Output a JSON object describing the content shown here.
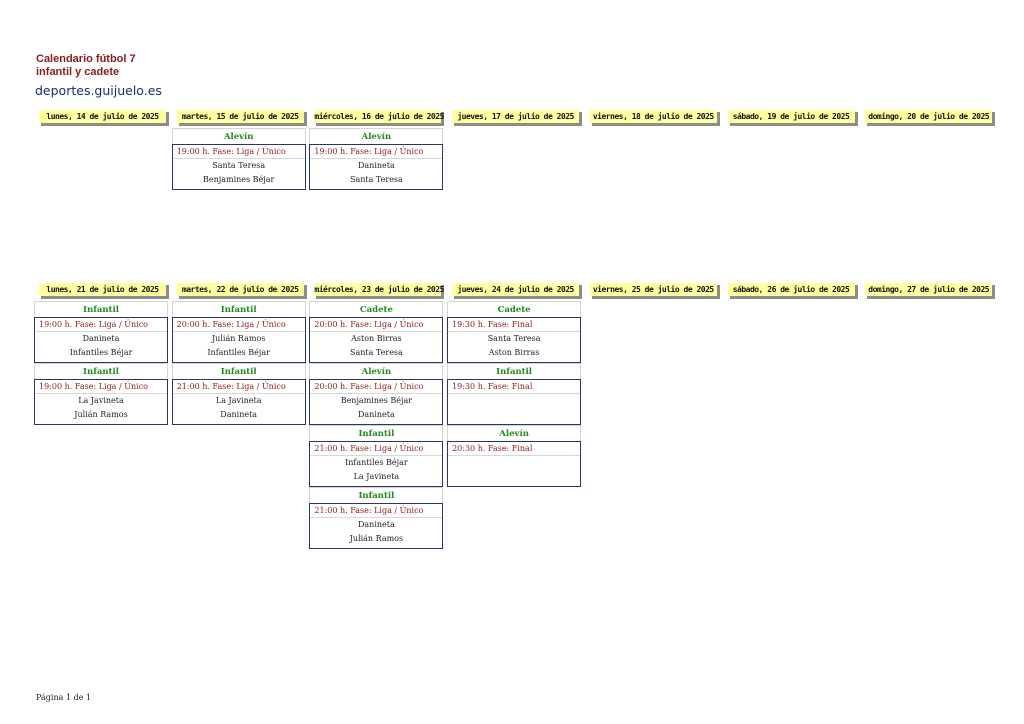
{
  "header": {
    "title": "Calendario fútbol 7\ninfantil y cadete",
    "site": "deportes.guijuelo.es"
  },
  "weeks": [
    {
      "days": [
        "lunes, 14 de julio de 2025",
        "martes, 15 de julio de 2025",
        "miércoles, 16 de julio de 2025",
        "jueves, 17 de julio de 2025",
        "viernes, 18 de julio de 2025",
        "sábado, 19 de julio de 2025",
        "domingo, 20 de julio de 2025"
      ],
      "matches": [
        {
          "day": 1,
          "slot": 0,
          "category": "Alevín",
          "info": "19:00 h.   Fase: Liga / Único",
          "home": "Santa Teresa",
          "away": "Benjamines Béjar"
        },
        {
          "day": 2,
          "slot": 0,
          "category": "Alevín",
          "info": "19:00 h.   Fase: Liga / Único",
          "home": "Danineta",
          "away": "Santa Teresa"
        }
      ]
    },
    {
      "days": [
        "lunes, 21 de julio de 2025",
        "martes, 22 de julio de 2025",
        "miércoles, 23 de julio de 2025",
        "jueves, 24 de julio de 2025",
        "viernes, 25 de julio de 2025",
        "sábado, 26 de julio de 2025",
        "domingo, 27 de julio de 2025"
      ],
      "matches": [
        {
          "day": 0,
          "slot": 0,
          "category": "Infantil",
          "info": "19:00 h.   Fase: Liga / Único",
          "home": "Danineta",
          "away": "Infantiles Béjar"
        },
        {
          "day": 1,
          "slot": 0,
          "category": "Infantil",
          "info": "20:00 h.   Fase: Liga / Único",
          "home": "Julián Ramos",
          "away": "Infantiles Béjar"
        },
        {
          "day": 2,
          "slot": 0,
          "category": "Cadete",
          "info": "20:00 h.   Fase: Liga / Único",
          "home": "Aston Birras",
          "away": "Santa Teresa"
        },
        {
          "day": 3,
          "slot": 0,
          "category": "Cadete",
          "info": "19:30 h.   Fase: Final",
          "home": "Santa Teresa",
          "away": "Aston Birras"
        },
        {
          "day": 0,
          "slot": 1,
          "category": "Infantil",
          "info": "19:00 h.   Fase: Liga / Único",
          "home": "La Javineta",
          "away": "Julián Ramos"
        },
        {
          "day": 1,
          "slot": 1,
          "category": "Infantil",
          "info": "21:00 h.   Fase: Liga / Único",
          "home": "La Javineta",
          "away": "Danineta"
        },
        {
          "day": 2,
          "slot": 1,
          "category": "Alevín",
          "info": "20:00 h.   Fase: Liga / Único",
          "home": "Benjamines Béjar",
          "away": "Danineta"
        },
        {
          "day": 3,
          "slot": 1,
          "category": "Infantil",
          "info": "19:30 h.   Fase: Final",
          "home": "",
          "away": ""
        },
        {
          "day": 2,
          "slot": 2,
          "category": "Infantil",
          "info": "21:00 h.   Fase: Liga / Único",
          "home": "Infantiles Béjar",
          "away": "La Javineta"
        },
        {
          "day": 3,
          "slot": 2,
          "category": "Alevín",
          "info": "20:30 h.   Fase: Final",
          "home": "",
          "away": ""
        },
        {
          "day": 2,
          "slot": 3,
          "category": "Infantil",
          "info": "21:00 h.   Fase: Liga / Único",
          "home": "Danineta",
          "away": "Julián Ramos"
        }
      ]
    }
  ],
  "footer": {
    "page": "Página 1 de 1"
  }
}
